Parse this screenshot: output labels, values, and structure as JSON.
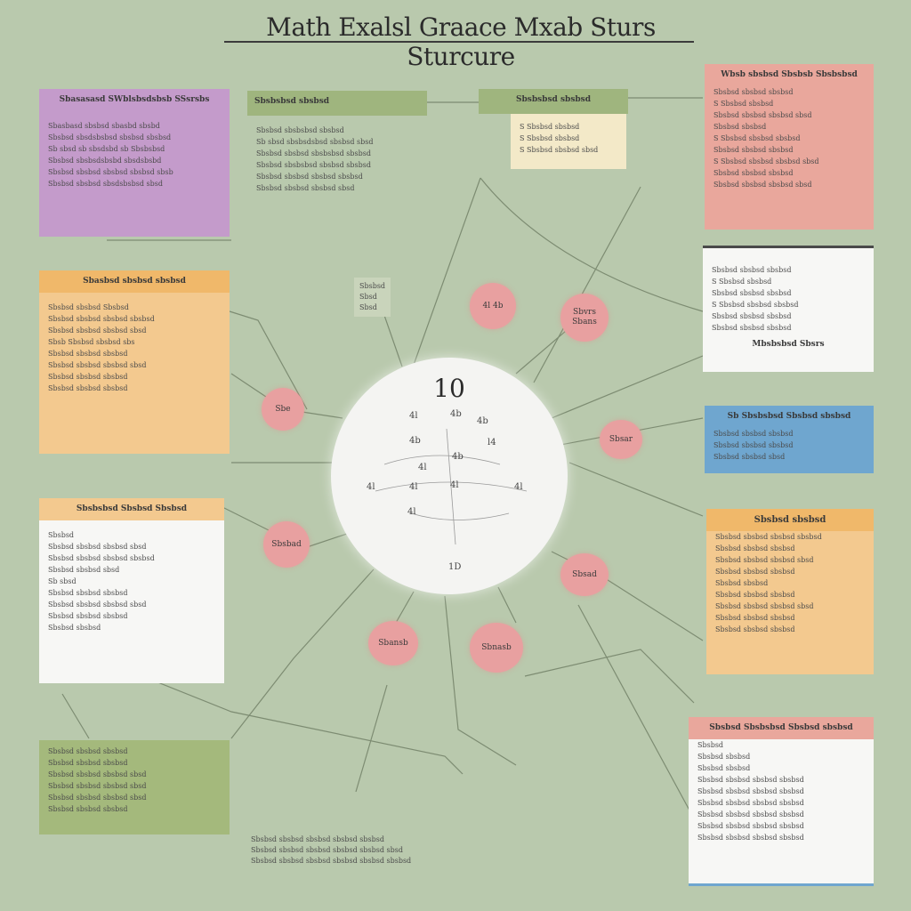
{
  "title": "Math Exalsl Graace Mxab Sturs Sturcure",
  "center": {
    "value": "10",
    "glyphs": [
      "4l",
      "4b",
      "4b",
      "4b",
      "l4",
      "4b",
      "4l",
      "4l",
      "4l",
      "4l",
      "4l",
      "4l",
      "1D"
    ]
  },
  "bubbles": {
    "b1": "4l 4b",
    "b2": "Sbvrs Sbans",
    "b3": "Sbe",
    "b4": "Sbsar",
    "b5": "Sbsbad",
    "b6": "Sbsad",
    "b7": "Sbansb",
    "b8": "Sbnasb"
  },
  "cards": {
    "purple": {
      "header": "Sbasasasd SWblsbsdsbsb SSsrsbs",
      "lines": [
        "Sbasbasd sbsbsd sbasbd sbsbd",
        "Sbsbsd sbsdsbsbsd sbsbsd sbsbsd",
        "Sb sbsd sb sbsdsbd sb Sbsbsbsd",
        "Sbsbsd sbsbsdsbsbd sbsdsbsbd",
        "Sbsbsd sbsbsd sbsbsd sbsbsd sbsb",
        "Sbsbsd sbsbsd sbsdsbsbsd sbsd"
      ]
    },
    "olive_top": {
      "header": "Sbsbsbsd sbsbsd",
      "lines": [
        "Sbsbsd sbsbsbsd sbsbsd",
        "Sb sbsd sbsbsdsbsd sbsbsd sbsd",
        "",
        "Sbsbsd sbsbsd sbsbsbsd sbsbsd",
        "Sbsbsd sbsbsbsd sbsbsd sbsbsd",
        "Sbsbsd sbsbsd sbsbsd sbsbsd",
        "",
        "Sbsbsd sbsbsd sbsbsd sbsd"
      ]
    },
    "cream_top": {
      "header": "Sbsbsbsd sbsbsd",
      "lines": [
        "S  Sbsbsd sbsbsd",
        "S  Sbsbsd sbsbsd",
        "S  Sbsbsd sbsbsd sbsd"
      ]
    },
    "salmon": {
      "header": "Wbsb sbsbsd Sbsbsb Sbsbsbsd",
      "lines": [
        "Sbsbsd sbsbsd sbsbsd",
        "S Sbsbsd sbsbsd",
        "Sbsbsd sbsbsd sbsbsd sbsd",
        "Sbsbsd sbsbsd",
        "S Sbsbsd sbsbsd sbsbsd",
        "Sbsbsd sbsbsd sbsbsd",
        "S Sbsbsd sbsbsd sbsbsd sbsd",
        "Sbsbsd sbsbsd sbsbsd",
        "Sbsbsd sbsbsd sbsbsd sbsd"
      ]
    },
    "white_right": {
      "lines": [
        "Sbsbsd sbsbsd sbsbsd",
        "S Sbsbsd sbsbsd",
        "Sbsbsd sbsbsd sbsbsd",
        "S  Sbsbsd sbsbsd sbsbsd",
        "Sbsbsd sbsbsd sbsbsd",
        "Sbsbsd sbsbsd sbsbsd"
      ],
      "footer": "Mbsbsbsd Sbsrs"
    },
    "orange_left": {
      "header": "Sbasbsd sbsbsd sbsbsd",
      "lines": [
        "Sbsbsd sbsbsd Sbsbsd",
        "Sbsbsd sbsbsd sbsbsd sbsbsd",
        "Sbsbsd sbsbsd sbsbsd sbsd",
        "",
        "Sbsb  Sbsbsd sbsbsd sbs",
        "Sbsbsd sbsbsd sbsbsd",
        "Sbsbsd sbsbsd sbsbsd sbsd",
        "Sbsbsd sbsbsd sbsbsd",
        "Sbsbsd sbsbsd sbsbsd"
      ]
    },
    "blue": {
      "header": "Sb  Sbsbsbsd Sbsbsd sbsbsd",
      "lines": [
        "Sbsbsd sbsbsd sbsbsd",
        "Sbsbsd sbsbsd sbsbsd",
        "Sbsbsd sbsbsd sbsd"
      ]
    },
    "orange_left2": {
      "header": "Sbsbsbsd Sbsbsd Sbsbsd",
      "lines": [
        "Sbsbsd",
        "Sbsbsd sbsbsd sbsbsd sbsd",
        "Sbsbsd sbsbsd sbsbsd sbsbsd",
        "Sbsbsd sbsbsd sbsd",
        "Sb sbsd",
        "Sbsbsd sbsbsd sbsbsd",
        "Sbsbsd sbsbsd sbsbsd sbsd",
        "Sbsbsd sbsbsd sbsbsd",
        "Sbsbsd sbsbsd"
      ]
    },
    "orange_right": {
      "header": "Sbsbsd sbsbsd",
      "lines": [
        "Sbsbsd sbsbsd sbsbsd sbsbsd",
        "Sbsbsd sbsbsd sbsbsd",
        "Sbsbsd sbsbsd sbsbsd sbsd",
        "Sbsbsd sbsbsd sbsbsd",
        "Sbsbsd sbsbsd",
        "Sbsbsd sbsbsd sbsbsd",
        "Sbsbsd sbsbsd sbsbsd sbsd",
        "Sbsbsd sbsbsd sbsbsd",
        "Sbsbsd sbsbsd sbsbsd"
      ]
    },
    "green_bottom": {
      "lines": [
        "Sbsbsd sbsbsd sbsbsd",
        "Sbsbsd sbsbsd sbsbsd",
        "Sbsbsd sbsbsd sbsbsd sbsd",
        "Sbsbsd sbsbsd sbsbsd sbsd",
        "",
        "Sbsbsd sbsbsd sbsbsd sbsd",
        "Sbsbsd sbsbsd sbsbsd"
      ]
    },
    "white_bottom_right": {
      "header": "Sbsbsd Sbsbsbsd Sbsbsd sbsbsd",
      "lines": [
        "Sbsbsd",
        "Sbsbsd sbsbsd",
        "Sbsbsd sbsbsd",
        "Sbsbsd sbsbsd sbsbsd sbsbsd",
        "Sbsbsd sbsbsd sbsbsd sbsbsd",
        "Sbsbsd sbsbsd sbsbsd sbsbsd",
        "Sbsbsd sbsbsd sbsbsd sbsbsd",
        "Sbsbsd sbsbsd sbsbsd sbsbsd",
        "Sbsbsd sbsbsd sbsbsd sbsbsd"
      ]
    }
  },
  "notes": {
    "mid": [
      "Sbsbsd",
      "Sbsd",
      "Sbsd"
    ],
    "bottom": [
      "Sbsbsd sbsbsd sbsbsd sbsbsd sbsbsd",
      "Sbsbsd sbsbsd sbsbsd sbsbsd sbsbsd sbsd",
      "Sbsbsd sbsbsd sbsbsd sbsbsd sbsbsd sbsbsd"
    ]
  },
  "colors": {
    "background": "#b9c9ad",
    "purple": "#c49bcb",
    "olive": "#9fb57e",
    "cream": "#f3e9c8",
    "salmon": "#e9a79c",
    "orange": "#f3c98f",
    "blue": "#6fa6cf",
    "bubble": "#e8a0a0"
  }
}
